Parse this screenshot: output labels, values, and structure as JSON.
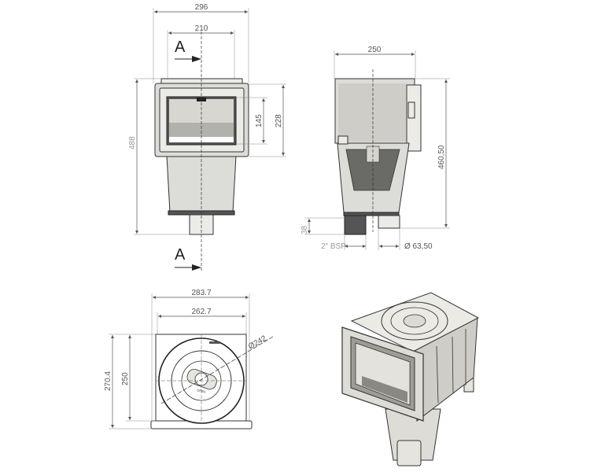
{
  "front_view": {
    "section_marker_top": "A",
    "section_marker_bottom": "A",
    "dim_overall_width": "296",
    "dim_opening_width": "210",
    "dim_overall_height": "488",
    "dim_opening_height": "145",
    "dim_flange_height": "228"
  },
  "side_view": {
    "dim_width": "250",
    "dim_height": "460,50",
    "dim_outlet_height": "38",
    "outlet_thread": "2\" BSP",
    "dim_outlet_diameter": "Ø 63,50"
  },
  "top_view": {
    "dim_plate_width": "283.7",
    "dim_body_width": "262.7",
    "dim_plate_depth": "270.4",
    "dim_body_depth": "250",
    "dim_lid_diameter": "Ø242",
    "lid_label": "OPEN"
  }
}
